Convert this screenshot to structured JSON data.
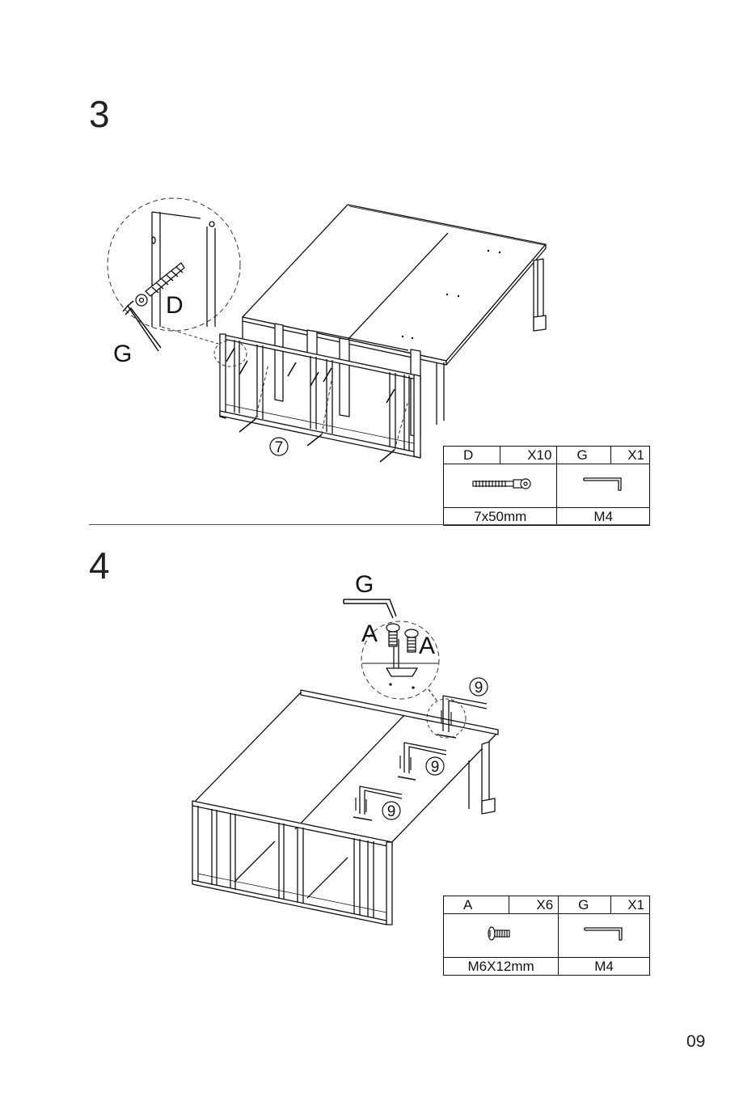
{
  "steps": [
    {
      "number": "3",
      "callouts": {
        "screw": "D",
        "tool": "G",
        "part": "7"
      },
      "parts": {
        "left": {
          "code": "D",
          "qty": "X10",
          "size": "7x50mm",
          "icon": "bolt-icon"
        },
        "right": {
          "code": "G",
          "qty": "X1",
          "size": "M4",
          "icon": "allen-key-icon"
        }
      }
    },
    {
      "number": "4",
      "callouts": {
        "screw_left": "A",
        "screw_right": "A",
        "tool": "G",
        "part_1": "9",
        "part_2": "9",
        "part_3": "9"
      },
      "parts": {
        "left": {
          "code": "A",
          "qty": "X6",
          "size": "M6X12mm",
          "icon": "screw-icon"
        },
        "right": {
          "code": "G",
          "qty": "X1",
          "size": "M4",
          "icon": "allen-key-icon"
        }
      }
    }
  ],
  "page_number": "09",
  "colors": {
    "line": "#111111",
    "detail_circle": "#333333"
  }
}
